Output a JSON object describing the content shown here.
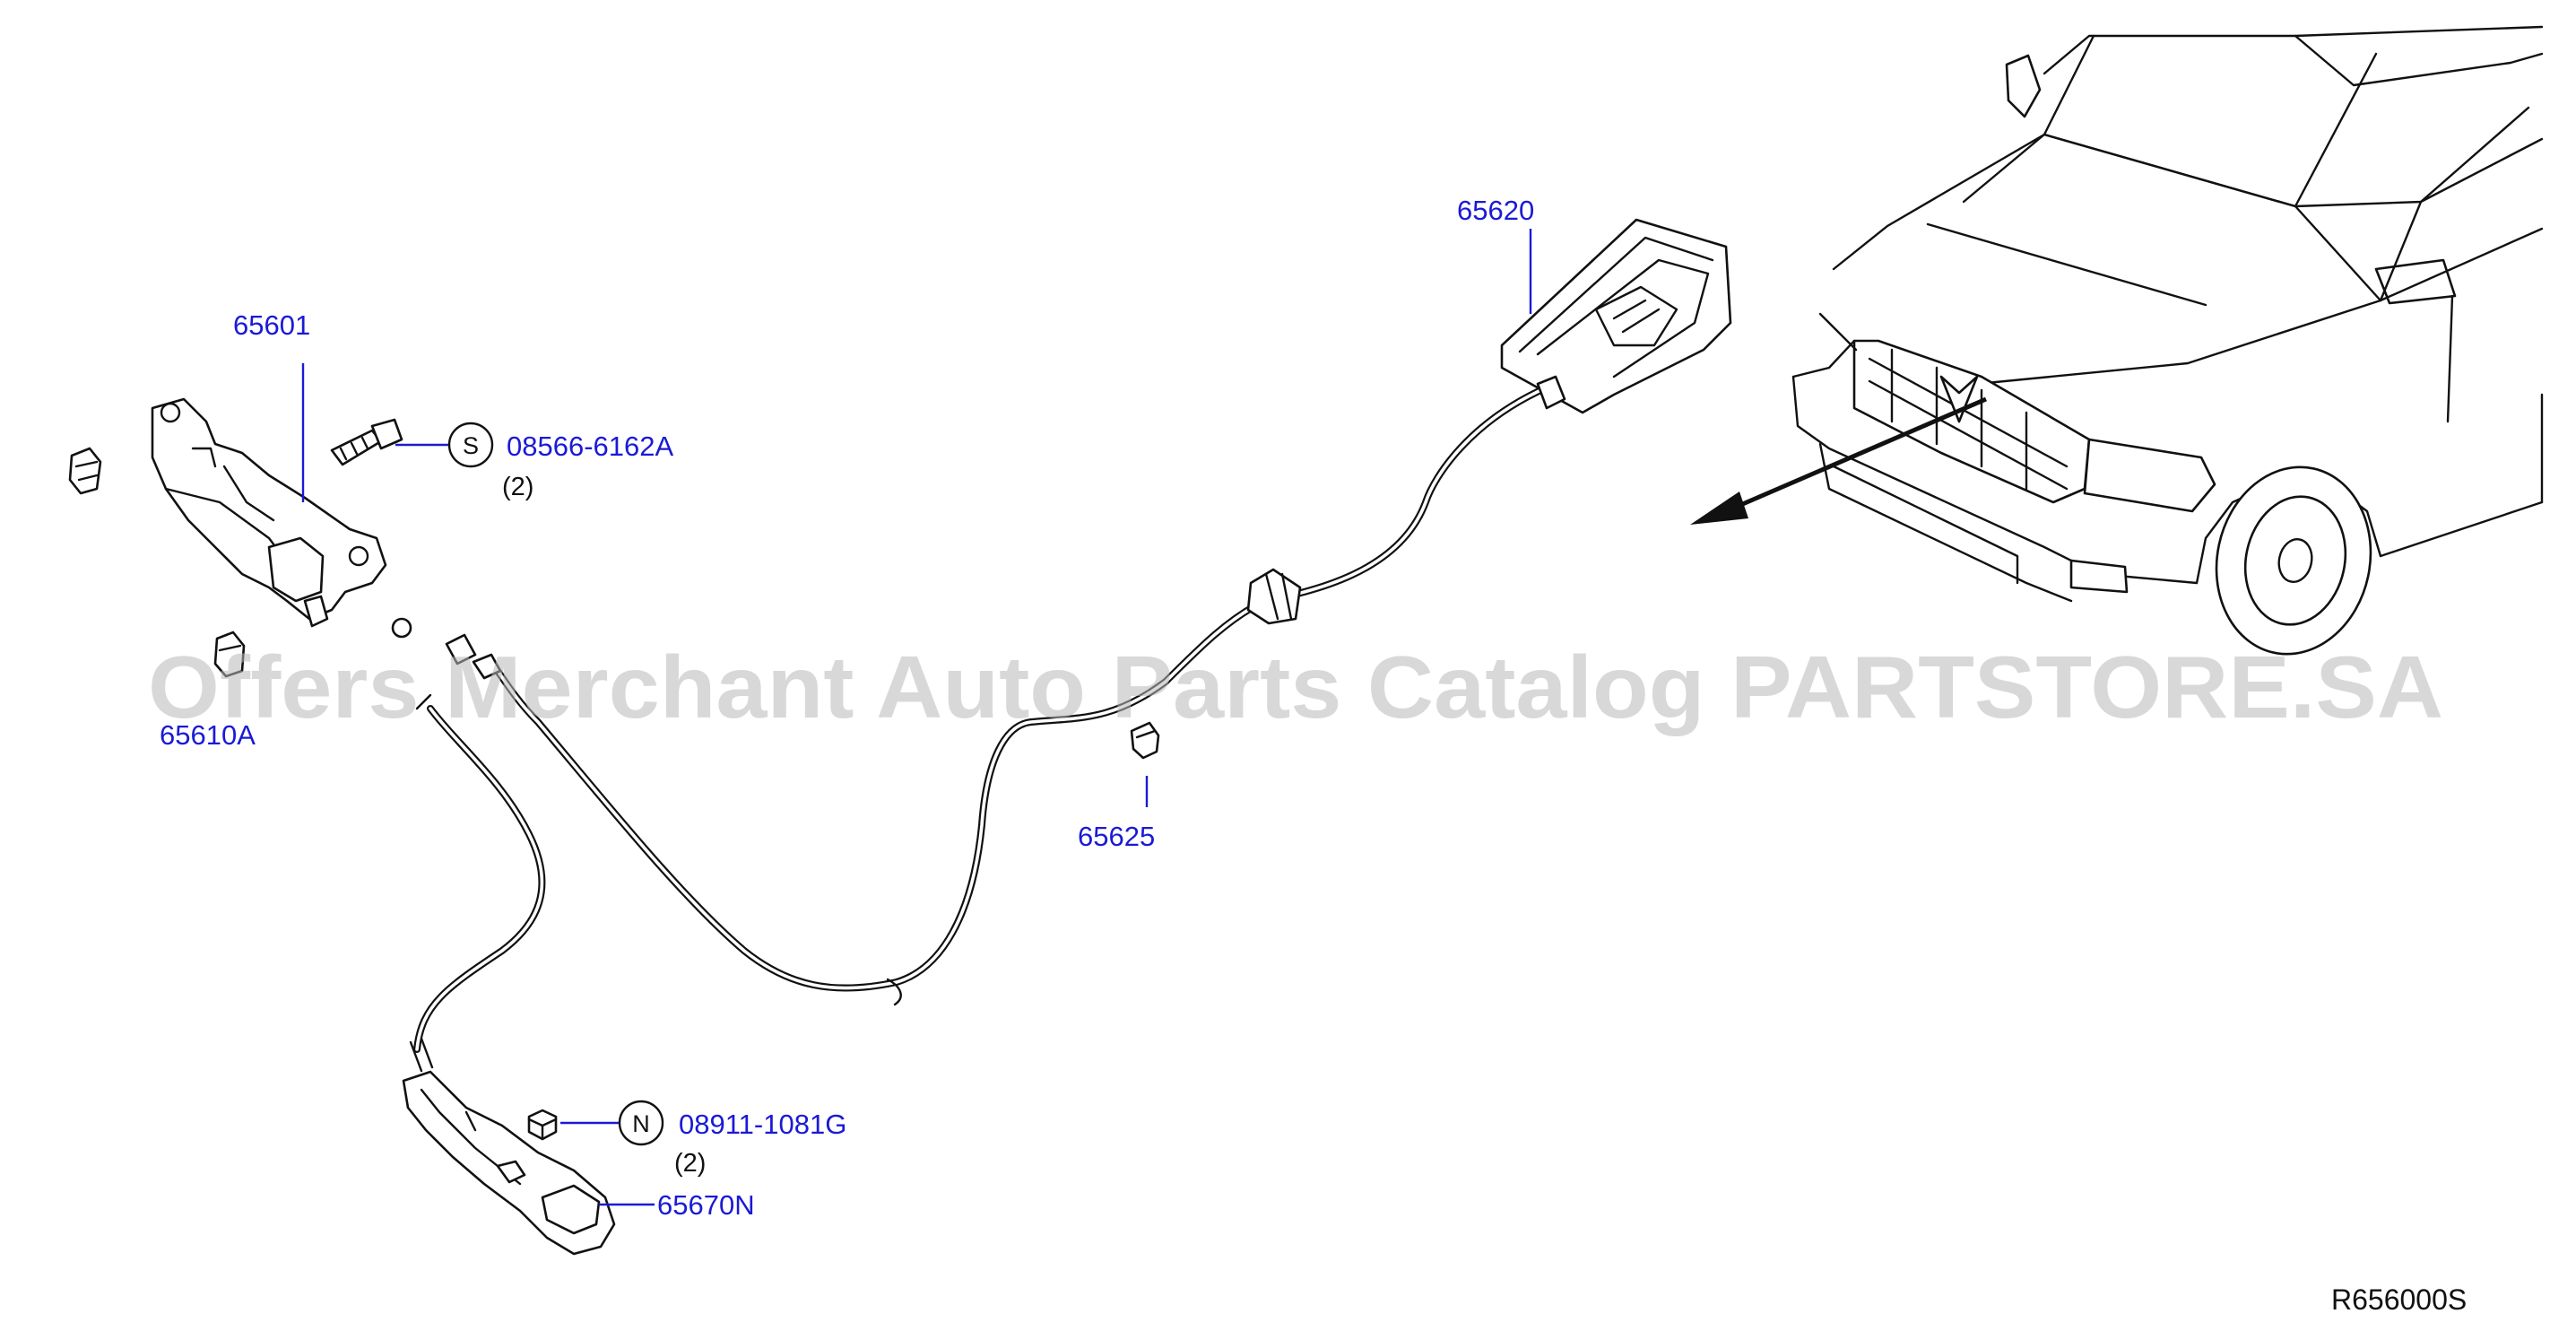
{
  "diagram": {
    "watermark": "Offers Merchant Auto Parts Catalog PARTSTORE.SA",
    "reference_code": "R656000S",
    "callouts": [
      {
        "id": "part-65601",
        "label": "65601"
      },
      {
        "id": "part-65610a",
        "label": "65610A"
      },
      {
        "id": "part-65620",
        "label": "65620"
      },
      {
        "id": "part-65625",
        "label": "65625"
      },
      {
        "id": "part-65670n",
        "label": "65670N"
      },
      {
        "id": "part-08566",
        "label": "08566-6162A",
        "badge": "S",
        "qty": "(2)"
      },
      {
        "id": "part-08911",
        "label": "08911-1081G",
        "badge": "N",
        "qty": "(2)"
      }
    ],
    "colors": {
      "callout": "#1a1ad6",
      "linework": "#111111",
      "watermark": "#b8b8b8"
    },
    "icons": [
      "hood-latch-icon",
      "hood-release-handle-icon",
      "cable-clip-icon",
      "bolt-icon",
      "nut-icon",
      "vehicle-front-icon",
      "direction-arrow-icon"
    ]
  }
}
